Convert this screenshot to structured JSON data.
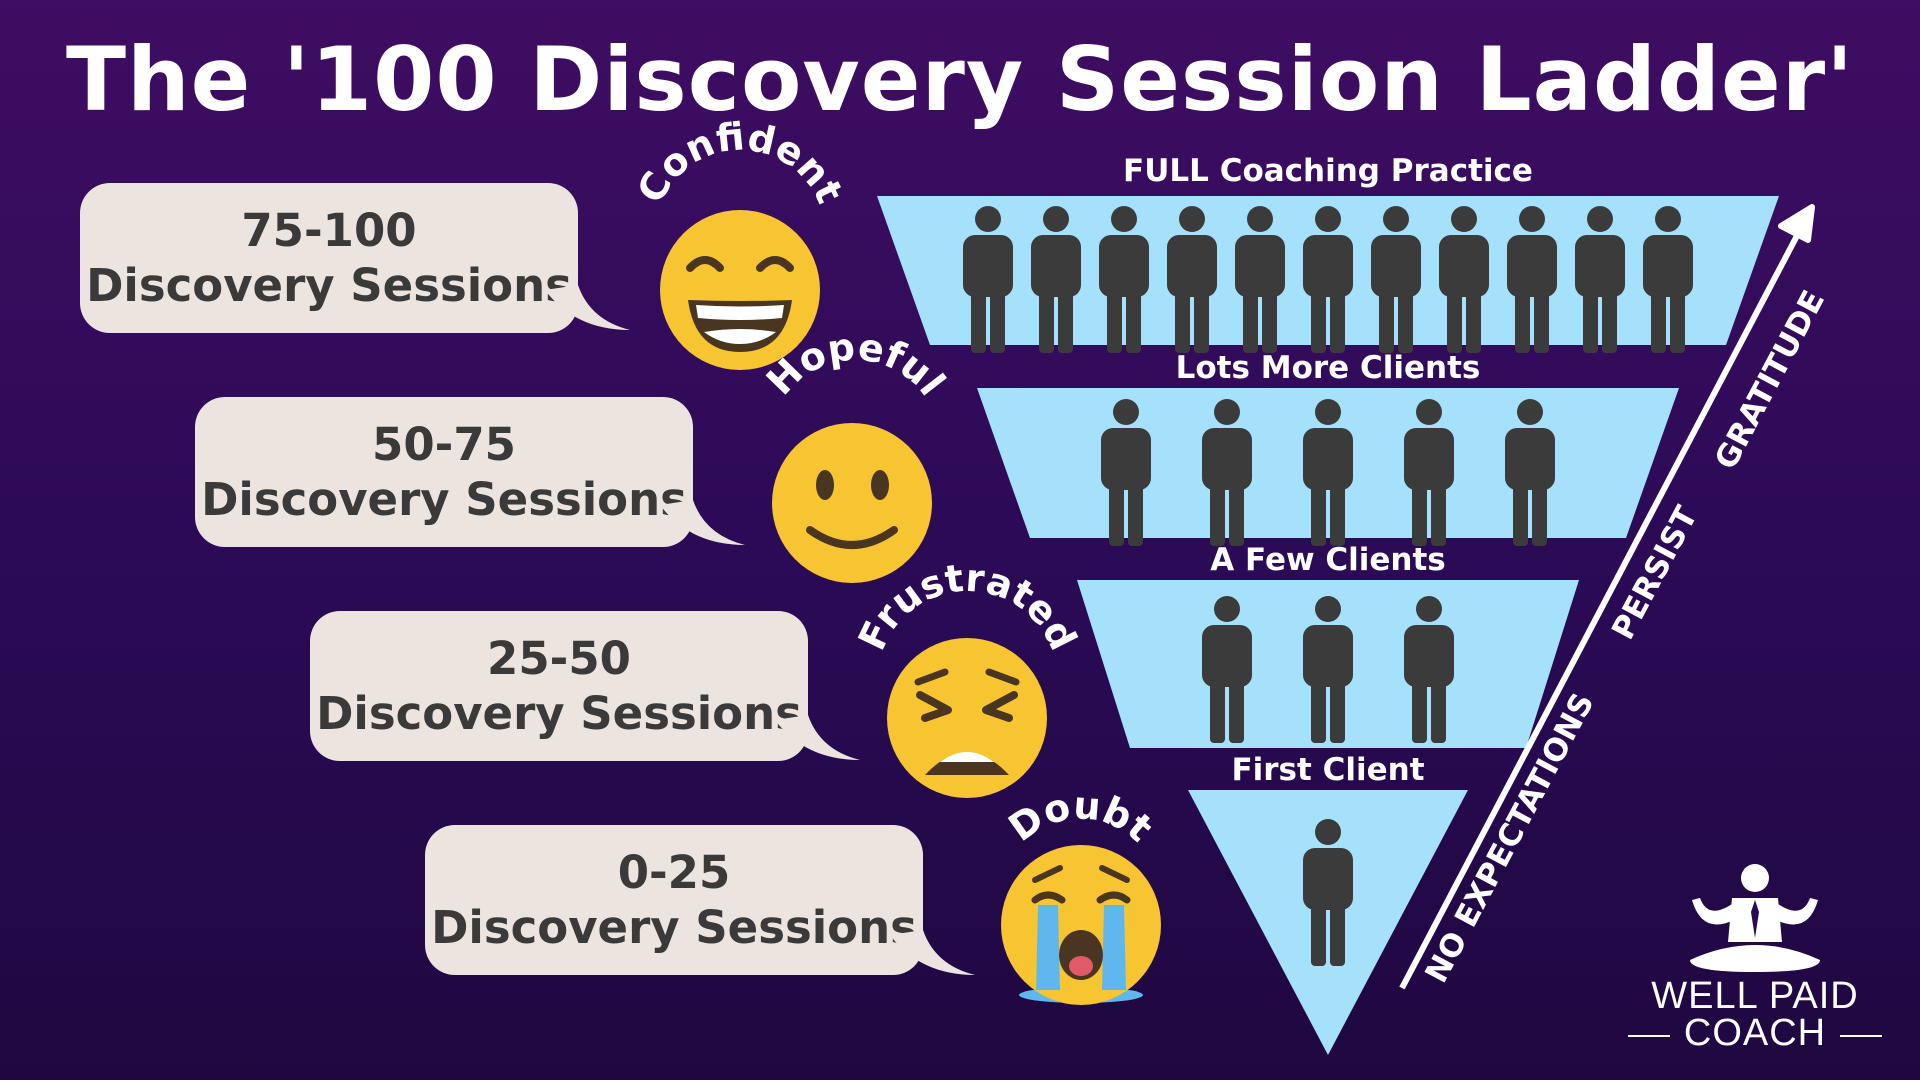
{
  "title": "The '100 Discovery Session Ladder'",
  "stages": [
    {
      "range": "75-100",
      "label": "Discovery Sessions",
      "emotion": "Confident",
      "emoji": "grinning-face-icon"
    },
    {
      "range": "50-75",
      "label": "Discovery Sessions",
      "emotion": "Hopeful",
      "emoji": "smiling-face-icon"
    },
    {
      "range": "25-50",
      "label": "Discovery Sessions",
      "emotion": "Frustrated",
      "emoji": "weary-face-icon"
    },
    {
      "range": "0-25",
      "label": "Discovery Sessions",
      "emotion": "Doubt",
      "emoji": "crying-face-icon"
    }
  ],
  "tiers": [
    {
      "label": "FULL Coaching Practice",
      "people": 11
    },
    {
      "label": "Lots More Clients",
      "people": 5
    },
    {
      "label": "A Few Clients",
      "people": 3
    },
    {
      "label": "First Client",
      "people": 1
    }
  ],
  "arrow_labels": [
    "NO EXPECTATIONS",
    "PERSIST",
    "GRATITUDE"
  ],
  "logo": {
    "line1": "WELL PAID",
    "line2": "COACH"
  },
  "colors": {
    "background": "#2f0b5c",
    "funnel": "#a6e1fb",
    "bubble": "#ece4de",
    "person": "#3b3b3b",
    "emoji": "#f7c531"
  }
}
